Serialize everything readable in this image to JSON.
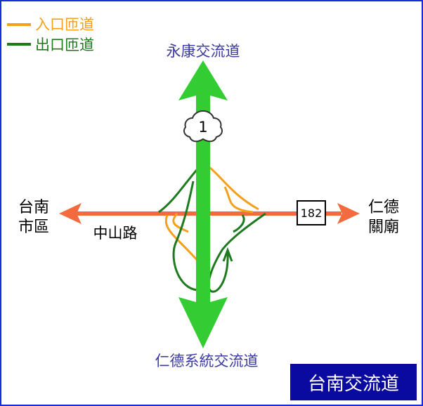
{
  "legend": {
    "entrance_label": "入口匝道",
    "exit_label": "出口匝道"
  },
  "labels": {
    "north": "永康交流道",
    "south": "仁德系統交流道",
    "west_line1": "台南",
    "west_line2": "市區",
    "east_line1": "仁德",
    "east_line2": "關廟",
    "road_west": "中山路"
  },
  "shields": {
    "freeway_number": "1",
    "provincial_number": "182"
  },
  "title": "台南交流道",
  "colors": {
    "border": "#1a2bd8",
    "freeway": "#33cc33",
    "crossroad": "#f26a3e",
    "entrance_ramp": "#f5a01a",
    "exit_ramp": "#1e7a1e",
    "label_blue": "#3a3aa0",
    "title_bg": "#0a0aa0"
  }
}
